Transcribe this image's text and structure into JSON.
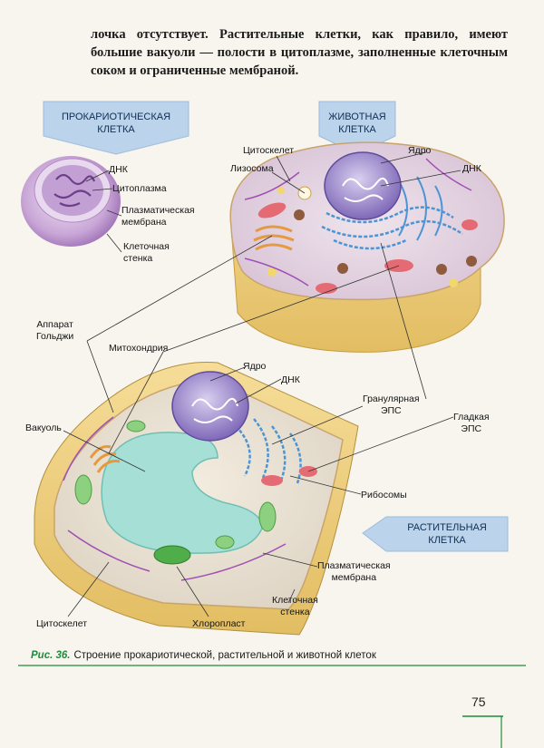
{
  "intro_text": "лочка отсутствует. Растительные клетки, как правило, имеют большие вакуоли — полости в цитоплазме, заполненные клеточным соком и ограниченные мембраной.",
  "headers": {
    "prokaryotic": [
      "ПРОКАРИОТИЧЕСКАЯ",
      "КЛЕТКА"
    ],
    "animal": [
      "ЖИВОТНАЯ",
      "КЛЕТКА"
    ],
    "plant": [
      "РАСТИТЕЛЬНАЯ",
      "КЛЕТКА"
    ]
  },
  "labels": {
    "dnk_prok": "ДНК",
    "cytoplasm": "Цитоплазма",
    "plasma_membrane_prok": [
      "Плазматическая",
      "мембрана"
    ],
    "cell_wall_prok": [
      "Клеточная",
      "стенка"
    ],
    "cytoskeleton_top": "Цитоскелет",
    "nucleus_top": "Ядро",
    "lysosome": "Лизосома",
    "dnk_animal": "ДНК",
    "golgi": [
      "Аппарат",
      "Гольджи"
    ],
    "mitochondria": "Митохондрия",
    "nucleus_plant": "Ядро",
    "dnk_plant": "ДНК",
    "granular_er": [
      "Гранулярная",
      "ЭПС"
    ],
    "smooth_er": [
      "Гладкая",
      "ЭПС"
    ],
    "vacuole": "Вакуоль",
    "ribosomes": "Рибосомы",
    "plasma_membrane_plant": [
      "Плазматическая",
      "мембрана"
    ],
    "cell_wall_plant": [
      "Клеточная",
      "стенка"
    ],
    "cytoskeleton_bottom": "Цитоскелет",
    "chloroplast": "Хлоропласт"
  },
  "caption": {
    "figure": "Рис. 36.",
    "text": "Строение прокариотической, растительной и животной клеток"
  },
  "page_number": "75",
  "colors": {
    "accent_green": "#1f8c3b",
    "arrow_blue": "#bcd3ec",
    "nucleus_purple": "#8e76c4",
    "cell_wall_tan": "#e7cc7d",
    "vacuole_teal": "#a6dfd6",
    "er_blue": "#4b94d6"
  }
}
